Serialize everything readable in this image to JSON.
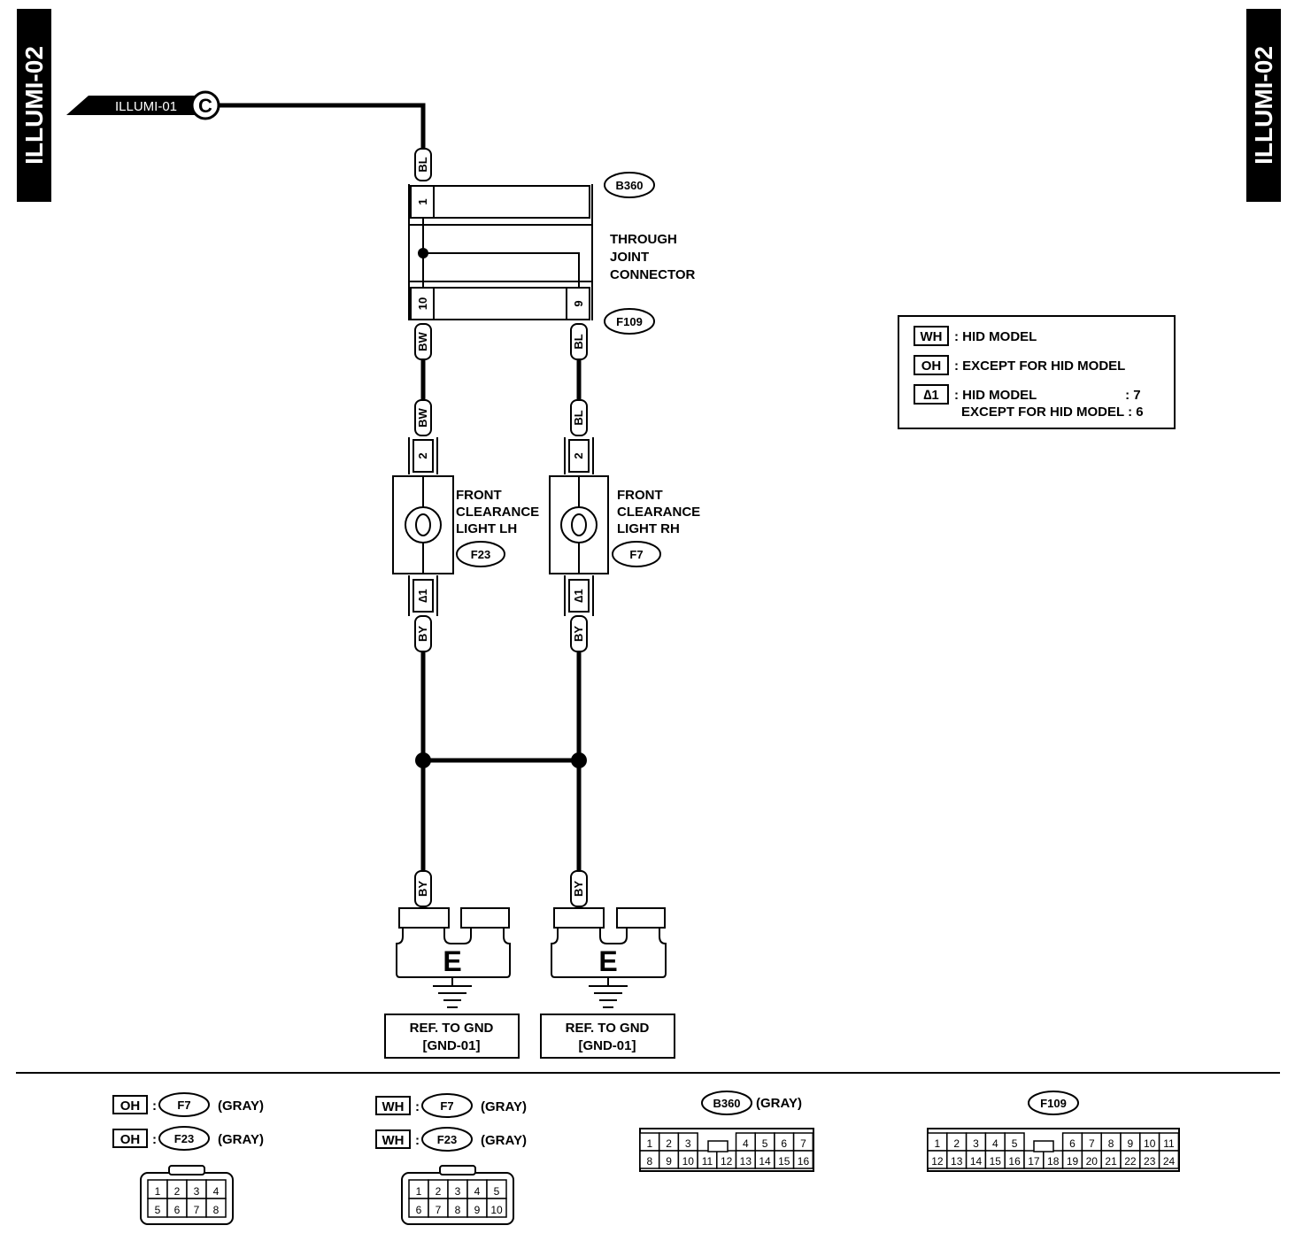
{
  "page_tag": "ILLUMI-02",
  "ref_in": {
    "label": "ILLUMI-01",
    "symbol": "C"
  },
  "joint": {
    "top_connector": "B360",
    "bottom_connector": "F109",
    "label": [
      "THROUGH",
      "JOINT",
      "CONNECTOR"
    ],
    "pins": {
      "top": "1",
      "left": "10",
      "right": "9"
    }
  },
  "wire_colors": {
    "bl": "BL",
    "bw": "BW",
    "by": "BY"
  },
  "lights": [
    {
      "lines": [
        "FRONT",
        "CLEARANCE",
        "LIGHT LH"
      ],
      "connector": "F23",
      "pin_top": "2",
      "pin_bottom": "∆1"
    },
    {
      "lines": [
        "FRONT",
        "CLEARANCE",
        "LIGHT RH"
      ],
      "connector": "F7",
      "pin_top": "2",
      "pin_bottom": "∆1"
    }
  ],
  "ground": {
    "symbol": "E",
    "ref_lines": [
      "REF. TO GND",
      "[GND-01]"
    ]
  },
  "legend": [
    {
      "code": "WH",
      "lines": [
        ": HID MODEL"
      ]
    },
    {
      "code": "OH",
      "lines": [
        ": EXCEPT FOR HID MODEL"
      ]
    },
    {
      "code": "∆1",
      "lines": [
        ": HID MODEL                        : 7",
        "EXCEPT FOR HID MODEL : 6"
      ]
    }
  ],
  "connectors": {
    "oh": {
      "code": "OH",
      "rows": [
        {
          "id": "F7",
          "color": "(GRAY)"
        },
        {
          "id": "F23",
          "color": "(GRAY)"
        }
      ],
      "pins": [
        [
          "1",
          "2",
          "3",
          "4"
        ],
        [
          "5",
          "6",
          "7",
          "8"
        ]
      ]
    },
    "wh": {
      "code": "WH",
      "rows": [
        {
          "id": "F7",
          "color": "(GRAY)"
        },
        {
          "id": "F23",
          "color": "(GRAY)"
        }
      ],
      "pins": [
        [
          "1",
          "2",
          "3",
          "4",
          "5"
        ],
        [
          "6",
          "7",
          "8",
          "9",
          "10"
        ]
      ]
    },
    "b360": {
      "id": "B360",
      "color": "(GRAY)",
      "top": [
        "1",
        "2",
        "3",
        "",
        "",
        "4",
        "5",
        "6",
        "7"
      ],
      "bottom": [
        "8",
        "9",
        "10",
        "11",
        "12",
        "13",
        "14",
        "15",
        "16"
      ]
    },
    "f109": {
      "id": "F109",
      "top": [
        "1",
        "2",
        "3",
        "4",
        "5",
        "",
        "",
        "6",
        "7",
        "8",
        "9",
        "10",
        "11"
      ],
      "bottom": [
        "12",
        "13",
        "14",
        "15",
        "16",
        "17",
        "18",
        "19",
        "20",
        "21",
        "22",
        "23",
        "24"
      ]
    }
  }
}
